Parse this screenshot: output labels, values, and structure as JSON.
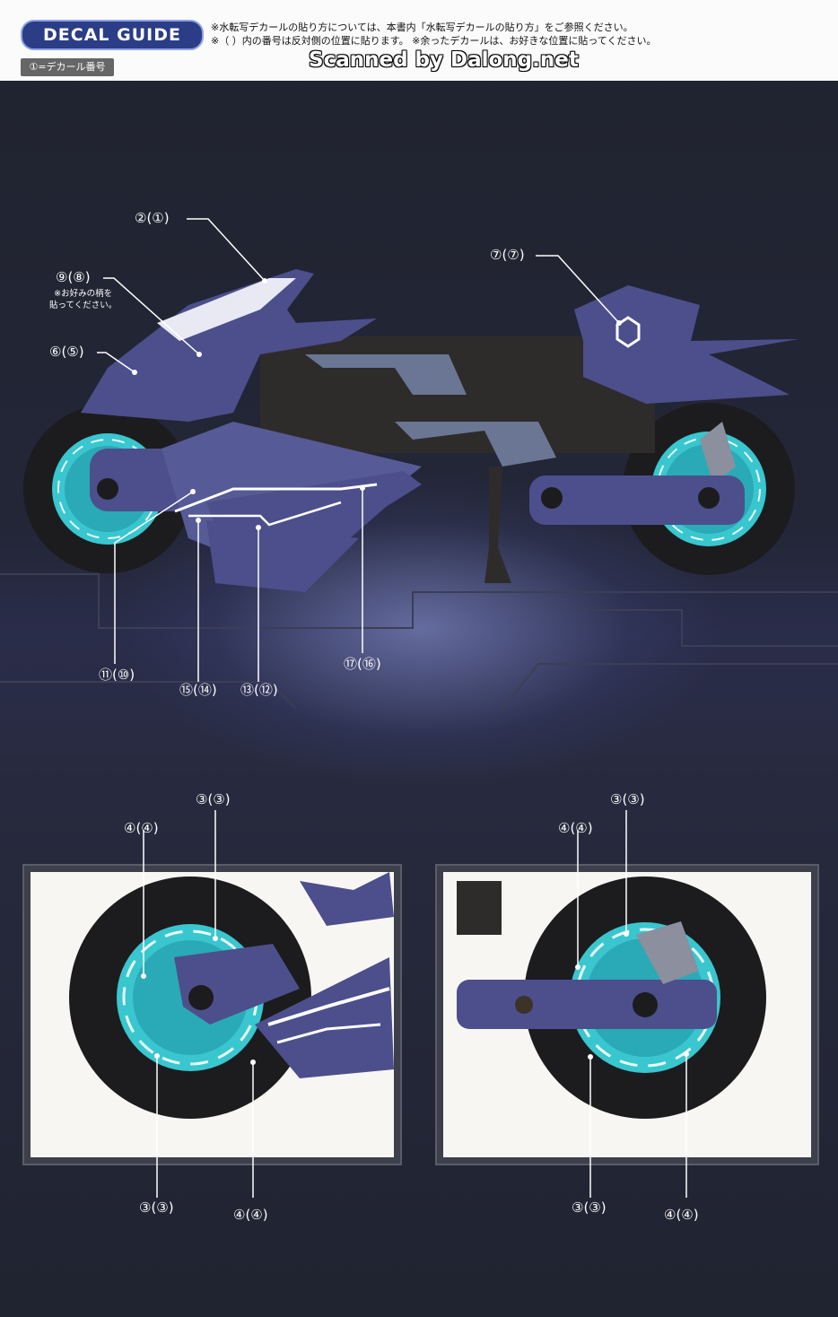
{
  "header": {
    "title": "DECAL GUIDE",
    "note_line1": "※水転写デカールの貼り方については、本書内「水転写デカールの貼り方」をご参照ください。",
    "note_line2": "※（ ）内の番号は反対側の位置に貼ります。 ※余ったデカールは、お好きな位置に貼ってください。",
    "legend": "①=デカール番号"
  },
  "watermark": "Scanned by Dalong.net",
  "main_callouts": {
    "c2": "②(①)",
    "c9": "⑨(⑧)",
    "c9_note": "※お好みの柄を\n貼ってください。",
    "c6": "⑥(⑤)",
    "c7": "⑦(⑦)",
    "c11": "⑪(⑩)",
    "c15": "⑮(⑭)",
    "c13": "⑬(⑫)",
    "c17": "⑰(⑯)"
  },
  "detail_left": {
    "top_a": "③(③)",
    "top_b": "④(④)",
    "bottom_a": "③(③)",
    "bottom_b": "④(④)"
  },
  "detail_right": {
    "top_a": "③(③)",
    "top_b": "④(④)",
    "bottom_a": "③(③)",
    "bottom_b": "④(④)"
  },
  "colors": {
    "armor": "#4c4f8c",
    "wheel_accent": "#39c6cf",
    "tire": "#1c1c1e",
    "frame": "#6b7694"
  }
}
